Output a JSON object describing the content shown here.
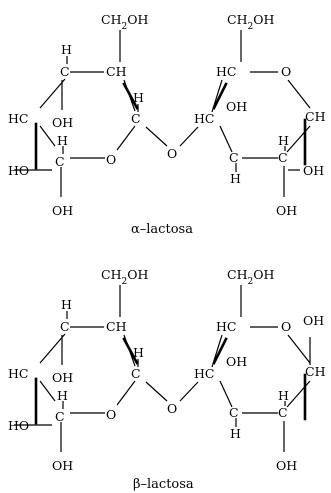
{
  "molecules": [
    {
      "name": "alpha-lactose",
      "caption": "α–lactosa",
      "labels": {
        "ch2oh_left": "CH2OH",
        "ch2oh_right": "CH2OH",
        "h_top_left": "H",
        "c_top_left": "C",
        "ch_top": "CH",
        "h_mid_left": "H",
        "c_anomeric_left": "C",
        "hc_left": "HC",
        "oh_left_ring": "OH",
        "h_lower_left": "H",
        "c_lower_left": "C",
        "o_ring_left": "O",
        "ho_left": "HO",
        "oh_bottom_left": "OH",
        "o_bridge": "O",
        "hc_top_right": "HC",
        "o_ring_right": "O",
        "hc_right": "HC",
        "oh_right_upper": "OH",
        "ch_right": "CH",
        "c_right_lower": "C",
        "h_right_lower": "H",
        "c_right_lower2": "C",
        "h_right_lower2": "H",
        "oh_right_side": "OH",
        "oh_bottom_right": "OH"
      }
    },
    {
      "name": "beta-lactose",
      "caption": "β–lactosa",
      "labels": {
        "ch2oh_left": "CH2OH",
        "ch2oh_right": "CH2OH",
        "h_top_left": "H",
        "c_top_left": "C",
        "ch_top": "CH",
        "h_mid_left": "H",
        "c_anomeric_left": "C",
        "hc_left": "HC",
        "oh_left_ring": "OH",
        "h_lower_left": "H",
        "c_lower_left": "C",
        "o_ring_left": "O",
        "ho_left": "HO",
        "oh_bottom_left": "OH",
        "o_bridge": "O",
        "hc_top_right": "HC",
        "o_ring_right": "O",
        "oh_anomeric_right": "OH",
        "hc_right": "HC",
        "oh_right_upper": "OH",
        "ch_right": "CH",
        "c_right_lower": "C",
        "h_right_lower": "H",
        "c_right_lower2": "C",
        "h_right_lower2": "H",
        "oh_bottom_right": "OH"
      }
    }
  ]
}
